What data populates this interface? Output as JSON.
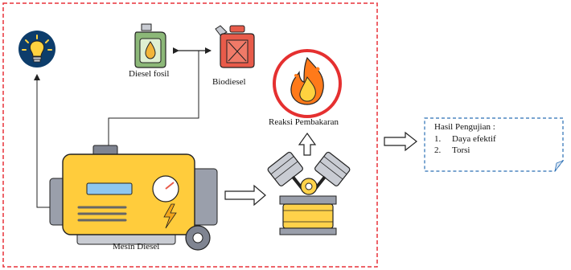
{
  "labels": {
    "diesel_fossil": "Diesel fosil",
    "biodiesel": "Biodiesel",
    "combustion": "Reaksi Pembakaran",
    "engine": "Mesin Diesel"
  },
  "result": {
    "title": "Hasil Pengujian :",
    "items": [
      {
        "num": "1.",
        "text": "Daya efektif"
      },
      {
        "num": "2.",
        "text": "Torsi"
      }
    ]
  },
  "colors": {
    "frame_border": "#e8323a",
    "result_border": "#2a6fb5",
    "arrow": "#222222",
    "bulb_circle": "#0d3d6b",
    "bulb_yellow": "#ffd23f",
    "jerrycan_red": "#e85b4a",
    "fuel_green": "#8cb878",
    "fire_ring": "#e53030",
    "fire_orange": "#ff7a1a",
    "engine_yellow": "#ffcc3c",
    "engine_grey": "#9a9fab",
    "screen_blue": "#8fc7f0",
    "piston_yellow": "#ffd24a",
    "piston_grey": "#c9ccd3",
    "outline": "#222222"
  },
  "icons": [
    "light-bulb-icon",
    "fossil-diesel-fuel-icon",
    "biodiesel-jerrycan-icon",
    "fire-icon",
    "diesel-generator-icon",
    "engine-piston-icon"
  ]
}
